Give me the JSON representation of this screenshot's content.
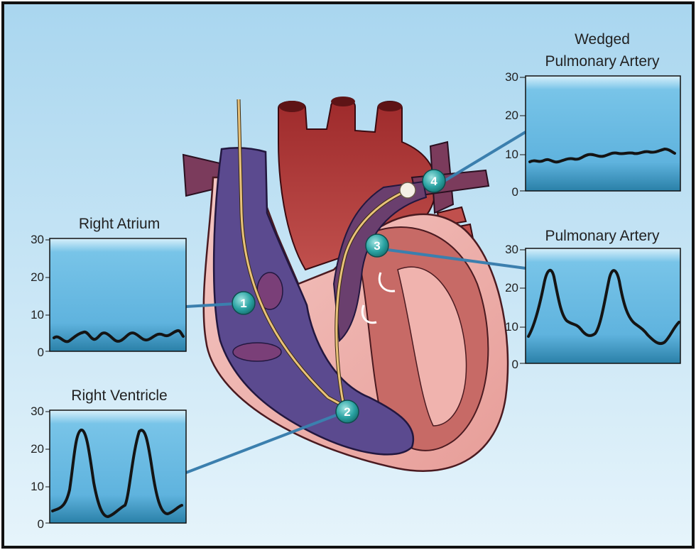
{
  "colors": {
    "background_top": "#a9d6ef",
    "background_bottom": "#e6f4fb",
    "panel_top": "#cfeaf9",
    "panel_bottom": "#2f8fb8",
    "trace": "#141414",
    "leader": "#3b7fae",
    "badge": "#2aa3a3"
  },
  "diagram": {
    "subject": "heart cross-section with pulmonary artery catheter",
    "markers": [
      {
        "id": "1",
        "label": "1"
      },
      {
        "id": "2",
        "label": "2"
      },
      {
        "id": "3",
        "label": "3"
      },
      {
        "id": "4",
        "label": "4"
      }
    ]
  },
  "panels": [
    {
      "id": "right-atrium",
      "title_lines": [
        "Right Atrium"
      ],
      "marker": "1",
      "y_ticks": [
        "30",
        "20",
        "10",
        "0"
      ]
    },
    {
      "id": "right-ventricle",
      "title_lines": [
        "Right Ventricle"
      ],
      "marker": "2",
      "y_ticks": [
        "30",
        "20",
        "10",
        "0"
      ]
    },
    {
      "id": "pulmonary-artery",
      "title_lines": [
        "Pulmonary Artery"
      ],
      "marker": "3",
      "y_ticks": [
        "30",
        "20",
        "10",
        "0"
      ]
    },
    {
      "id": "wedged-pulmonary-artery",
      "title_lines": [
        "Wedged",
        "Pulmonary Artery"
      ],
      "marker": "4",
      "y_ticks": [
        "30",
        "20",
        "10",
        "0"
      ]
    }
  ]
}
